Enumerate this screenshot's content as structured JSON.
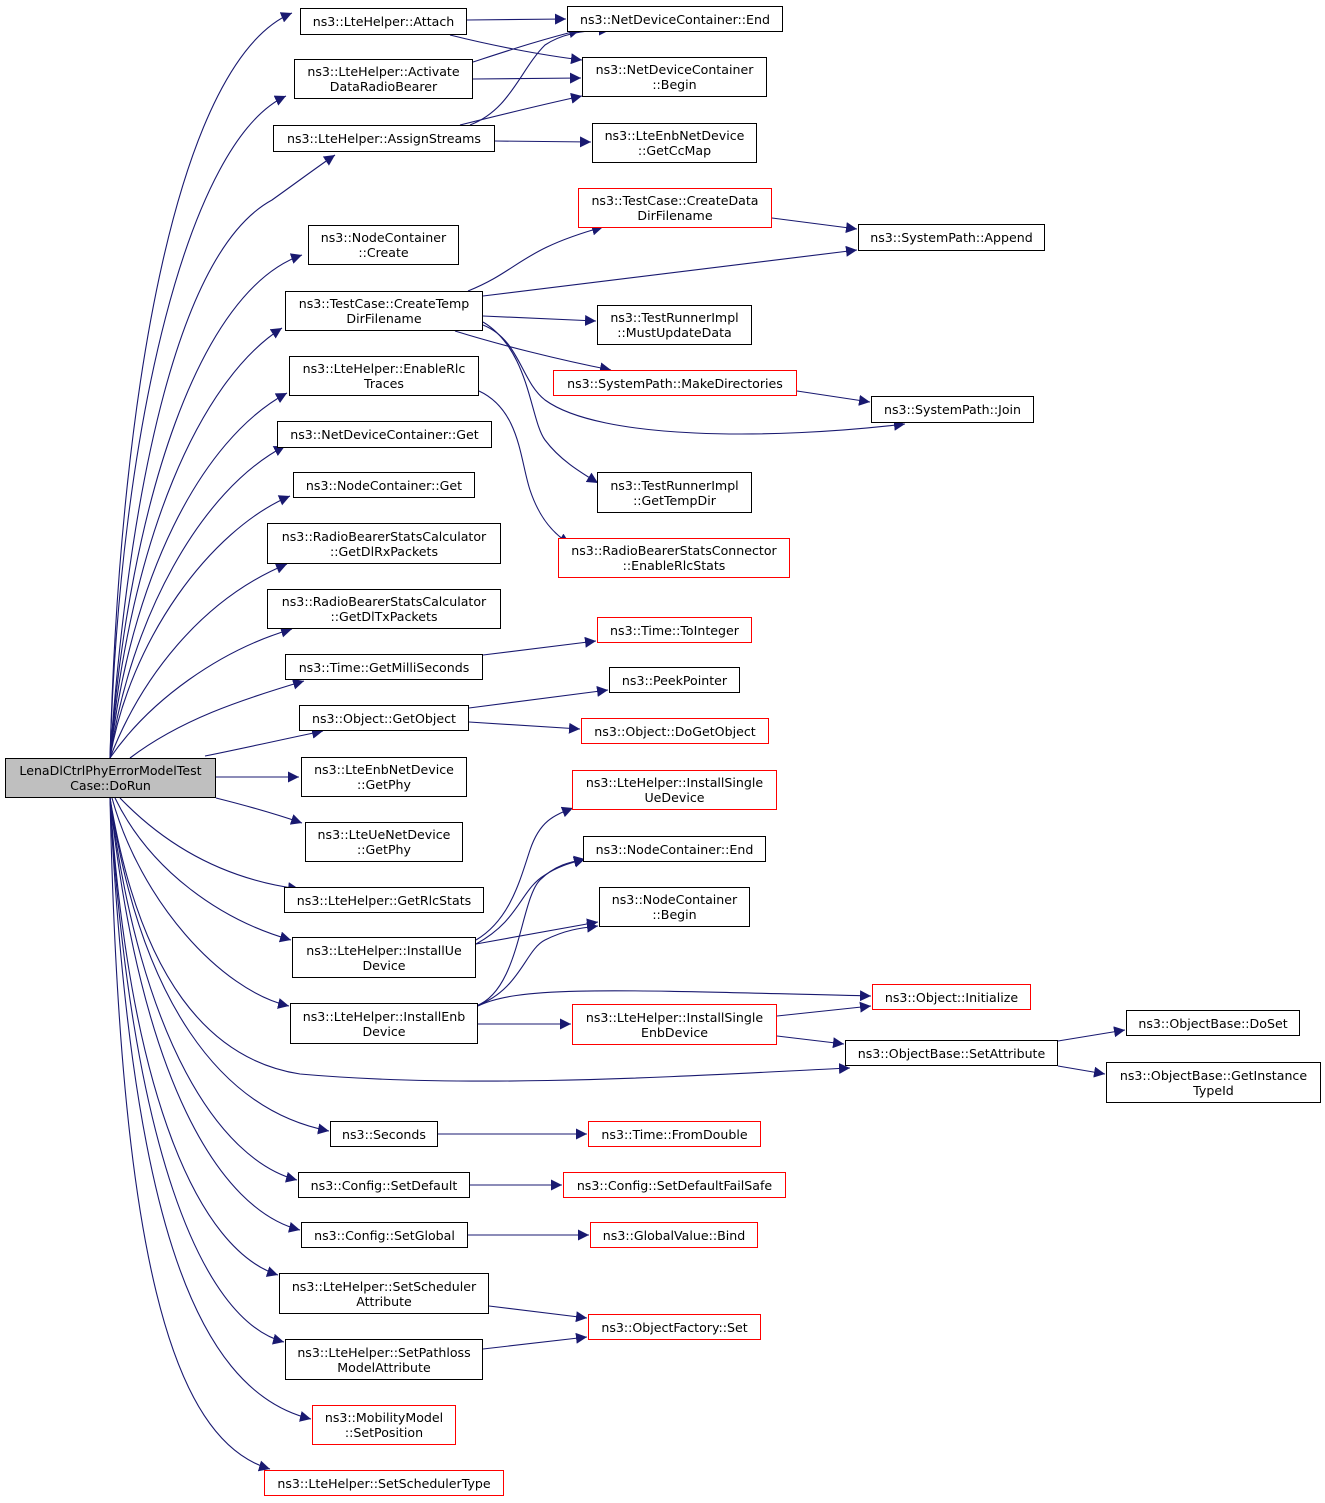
{
  "edge_color": "#191970",
  "colors": {
    "normal_border": "#000000",
    "truncated_border": "#ff0000",
    "root_fill": "#bfbfbf"
  },
  "nodes": {
    "root": [
      "LenaDlCtrlPhyErrorModelTest",
      "Case::DoRun"
    ],
    "attach": [
      "ns3::LteHelper::Attach"
    ],
    "activate": [
      "ns3::LteHelper::Activate",
      "DataRadioBearer"
    ],
    "assign": [
      "ns3::LteHelper::AssignStreams"
    ],
    "ndc_end": [
      "ns3::NetDeviceContainer::End"
    ],
    "ndc_begin": [
      "ns3::NetDeviceContainer",
      "::Begin"
    ],
    "getccmap": [
      "ns3::LteEnbNetDevice",
      "::GetCcMap"
    ],
    "tc_cddf": [
      "ns3::TestCase::CreateData",
      "DirFilename"
    ],
    "sp_append": [
      "ns3::SystemPath::Append"
    ],
    "nc_create": [
      "ns3::NodeContainer",
      "::Create"
    ],
    "tc_ctdf": [
      "ns3::TestCase::CreateTemp",
      "DirFilename"
    ],
    "tri_must": [
      "ns3::TestRunnerImpl",
      "::MustUpdateData"
    ],
    "sp_mkdirs": [
      "ns3::SystemPath::MakeDirectories"
    ],
    "sp_join": [
      "ns3::SystemPath::Join"
    ],
    "tri_tempdir": [
      "ns3::TestRunnerImpl",
      "::GetTempDir"
    ],
    "enablerlc": [
      "ns3::LteHelper::EnableRlc",
      "Traces"
    ],
    "rbsc_enable": [
      "ns3::RadioBearerStatsConnector",
      "::EnableRlcStats"
    ],
    "ndc_get": [
      "ns3::NetDeviceContainer::Get"
    ],
    "nc_get": [
      "ns3::NodeContainer::Get"
    ],
    "rbsc_rx": [
      "ns3::RadioBearerStatsCalculator",
      "::GetDlRxPackets"
    ],
    "rbsc_tx": [
      "ns3::RadioBearerStatsCalculator",
      "::GetDlTxPackets"
    ],
    "time_ms": [
      "ns3::Time::GetMilliSeconds"
    ],
    "time_toint": [
      "ns3::Time::ToInteger"
    ],
    "peek": [
      "ns3::PeekPointer"
    ],
    "getobject": [
      "ns3::Object::GetObject"
    ],
    "dogetobject": [
      "ns3::Object::DoGetObject"
    ],
    "enb_getphy": [
      "ns3::LteEnbNetDevice",
      "::GetPhy"
    ],
    "ue_getphy": [
      "ns3::LteUeNetDevice",
      "::GetPhy"
    ],
    "getrlcstats": [
      "ns3::LteHelper::GetRlcStats"
    ],
    "install_ue": [
      "ns3::LteHelper::InstallUe",
      "Device"
    ],
    "install_single_ue": [
      "ns3::LteHelper::InstallSingle",
      "UeDevice"
    ],
    "nc_end": [
      "ns3::NodeContainer::End"
    ],
    "nc_begin": [
      "ns3::NodeContainer",
      "::Begin"
    ],
    "install_enb": [
      "ns3::LteHelper::InstallEnb",
      "Device"
    ],
    "obj_init": [
      "ns3::Object::Initialize"
    ],
    "install_single_enb": [
      "ns3::LteHelper::InstallSingle",
      "EnbDevice"
    ],
    "ob_setattr": [
      "ns3::ObjectBase::SetAttribute"
    ],
    "ob_doset": [
      "ns3::ObjectBase::DoSet"
    ],
    "ob_getinst": [
      "ns3::ObjectBase::GetInstance",
      "TypeId"
    ],
    "seconds": [
      "ns3::Seconds"
    ],
    "time_fromdouble": [
      "ns3::Time::FromDouble"
    ],
    "cfg_setdefault": [
      "ns3::Config::SetDefault"
    ],
    "cfg_setdefaultfs": [
      "ns3::Config::SetDefaultFailSafe"
    ],
    "cfg_setglobal": [
      "ns3::Config::SetGlobal"
    ],
    "gv_bind": [
      "ns3::GlobalValue::Bind"
    ],
    "set_sched_attr": [
      "ns3::LteHelper::SetScheduler",
      "Attribute"
    ],
    "of_set": [
      "ns3::ObjectFactory::Set"
    ],
    "set_pathloss": [
      "ns3::LteHelper::SetPathloss",
      "ModelAttribute"
    ],
    "mm_setpos": [
      "ns3::MobilityModel",
      "::SetPosition"
    ],
    "set_sched_type": [
      "ns3::LteHelper::SetSchedulerType"
    ]
  }
}
